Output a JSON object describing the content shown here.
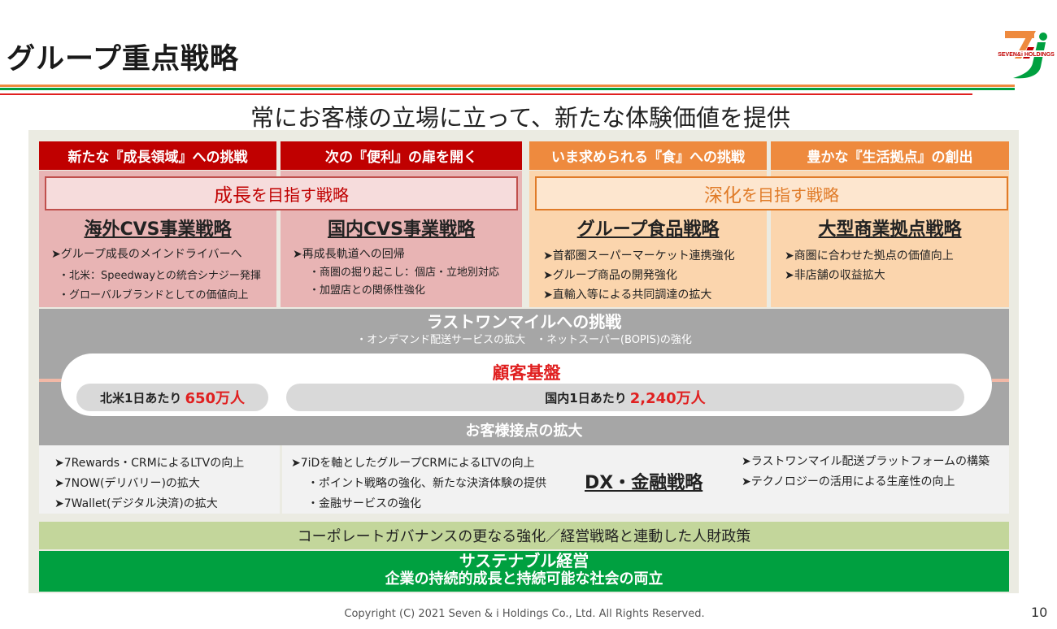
{
  "header": {
    "title": "グループ重点戦略",
    "logo_text": "SEVEN&i HOLDINGS",
    "colors": {
      "green": "#00a040",
      "orange": "#ee8a3e",
      "red": "#c00000"
    }
  },
  "subtitle": "常にお客様の立場に立って、新たな体験価値を提供",
  "column_headers": [
    "新たな『成長領域』への挑戦",
    "次の『便利』の扉を開く",
    "いま求められる『食』への挑戦",
    "豊かな『生活拠点』の創出"
  ],
  "aims": {
    "growth": {
      "big": "成長",
      "rest": "を目指す戦略"
    },
    "deepen": {
      "big": "深化",
      "rest": "を目指す戦略"
    }
  },
  "strategies": [
    {
      "title": "海外CVS事業戦略",
      "items": [
        "グループ成長のメインドライバーへ"
      ],
      "subs": [
        "・北米：Speedwayとの統合シナジー発揮",
        "・グローバルブランドとしての価値向上"
      ]
    },
    {
      "title": "国内CVS事業戦略",
      "items": [
        "再成長軌道への回帰"
      ],
      "subs": [
        "・商圏の掘り起こし：個店・立地別対応",
        "・加盟店との関係性強化"
      ]
    },
    {
      "title": "グループ食品戦略",
      "items": [
        "首都圏スーパーマーケット連携強化",
        "グループ商品の開発強化",
        "直輸入等による共同調達の拡大"
      ],
      "subs": []
    },
    {
      "title": "大型商業拠点戦略",
      "items": [
        "商圏に合わせた拠点の価値向上",
        "非店舗の収益拡大"
      ],
      "subs": []
    }
  ],
  "last_mile": {
    "title": "ラストワンマイルへの挑戦",
    "sub": "・オンデマンド配送サービスの拡大　・ネットスーパー(BOPIS)の強化"
  },
  "customer_base": {
    "title": "顧客基盤",
    "na_label": "北米1日あたり",
    "na_value": "650万人",
    "jp_label": "国内1日あたり",
    "jp_value": "2,240万人"
  },
  "contact_expansion": "お客様接点の拡大",
  "dx": {
    "title": "DX・金融戦略",
    "col1": [
      "7Rewards・CRMによるLTVの向上",
      "7NOW(デリバリー)の拡大",
      "7Wallet(デジタル決済)の拡大"
    ],
    "col2_main": "7iDを軸としたグループCRMによるLTVの向上",
    "col2_subs": [
      "・ポイント戦略の強化、新たな決済体験の提供",
      "・金融サービスの強化"
    ],
    "col3": [
      "ラストワンマイル配送プラットフォームの構築",
      "テクノロジーの活用による生産性の向上"
    ]
  },
  "governance": "コーポレートガバナンスの更なる強化／経営戦略と連動した人財政策",
  "sustainability": {
    "title": "サステナブル経営",
    "sub": "企業の持続的成長と持続可能な社会の両立"
  },
  "footer": {
    "copyright": "Copyright (C) 2021  Seven & i Holdings Co., Ltd.  All Rights Reserved.",
    "page": "10"
  }
}
